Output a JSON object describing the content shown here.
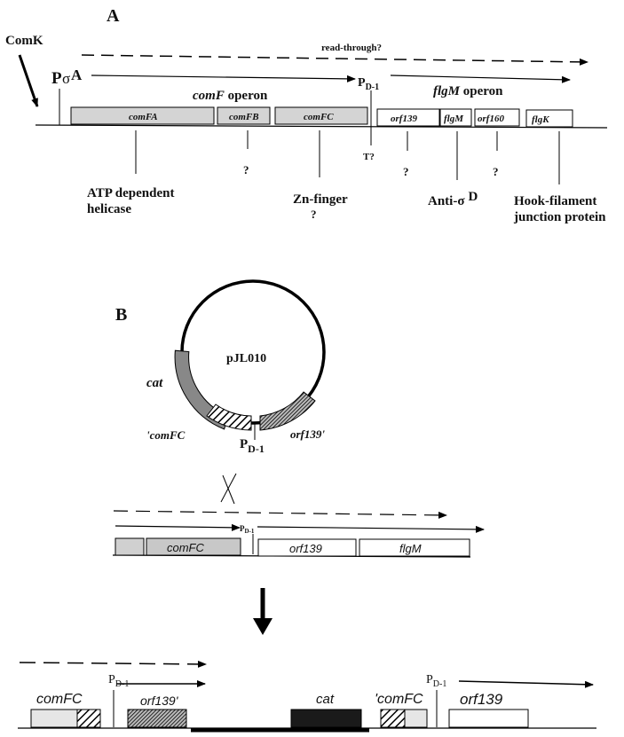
{
  "panel_a": {
    "letter": "A",
    "comk": "ComK",
    "read_through": "read-through?",
    "promoter_sigma_a": {
      "p": "P",
      "sigma": "σ",
      "a": "A"
    },
    "promoter_d1": {
      "p": "P",
      "sub": "D-1"
    },
    "comf_operon": {
      "gene": "comF",
      "word": " operon"
    },
    "flgm_operon": {
      "gene": "flgM",
      "word": " operon"
    },
    "genes": [
      "comFA",
      "comFB",
      "comFC",
      "orf139",
      "flgM",
      "orf160",
      "flgK"
    ],
    "terminator": "T?",
    "annotations": {
      "atp_line1": "ATP dependent",
      "atp_line2": "helicase",
      "comfb_q": "?",
      "zn_line1": "Zn-finger",
      "zn_q": "?",
      "orf139_q": "?",
      "anti_sigma": "Anti-σ",
      "anti_sigma_d": "D",
      "orf160_q": "?",
      "hook_line1": "Hook-filament",
      "hook_line2": "junction protein"
    }
  },
  "panel_b": {
    "letter": "B",
    "plasmid": "pJL010",
    "cat": "cat",
    "comfc_prime": "'comFC",
    "orf139_prime": "orf139'",
    "pd1": {
      "p": "P",
      "sub": "D-1"
    },
    "chrom_genes": [
      "comFC",
      "orf139",
      "flgM"
    ],
    "result": {
      "comfc": "comFC",
      "orf139_prime": "orf139'",
      "cat": "cat",
      "comfc_prime": "'comFC",
      "orf139": "orf139"
    }
  }
}
